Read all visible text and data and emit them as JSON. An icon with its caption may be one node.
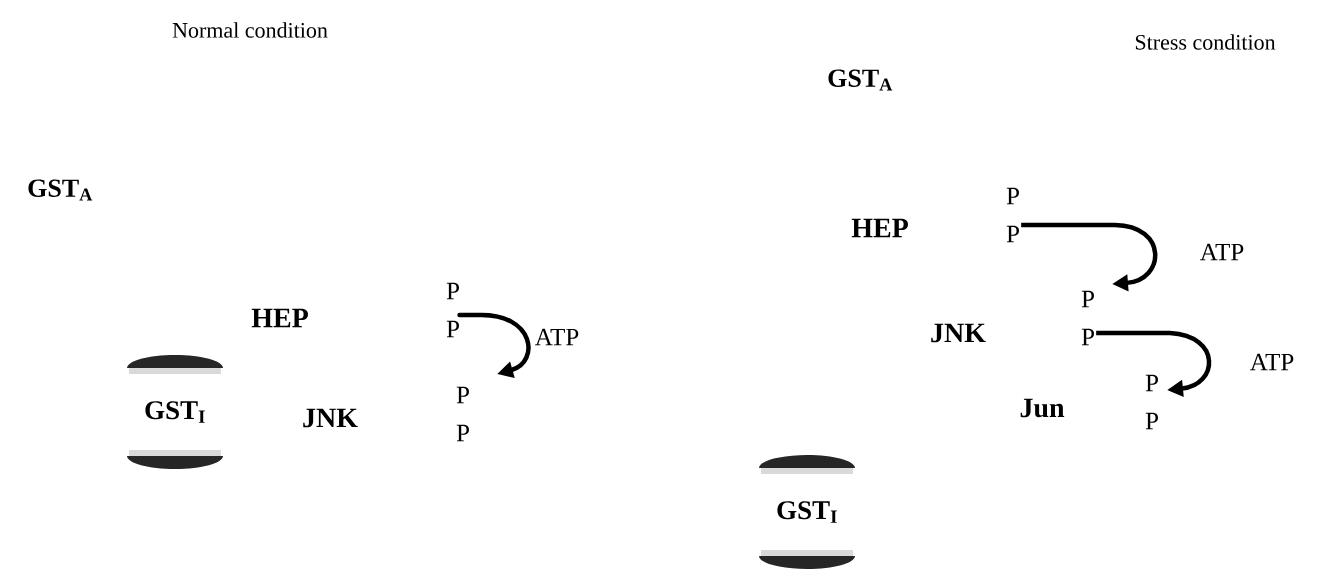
{
  "diagram": {
    "nodes": [
      {
        "text": [
          "GST$_{I}$"
        ]
      },
      {
        "text": [
          "HEP"
        ]
      },
      {
        "text": [
          "P",
          "P"
        ]
      },
      {
        "text": [
          "JNK"
        ]
      },
      {
        "text": [
          "P",
          "P"
        ]
      },
      {
        "text": [
          "HEP"
        ]
      },
      {
        "text": [
          "P",
          "P"
        ]
      },
      {
        "text": [
          "JNK"
        ]
      },
      {
        "text": [
          "P",
          "P"
        ]
      },
      {
        "text": [
          "Jun"
        ]
      },
      {
        "text": [
          "P",
          "P"
        ]
      },
      {
        "text": [
          "GST$_{I}$"
        ]
      }
    ],
    "edges": [
      {
        "from": 2,
        "to": 4,
        "arrow": "to",
        "label": "ATP"
      },
      {
        "from": 6,
        "to": 8,
        "arrow": "to",
        "label": "ATP"
      },
      {
        "from": 8,
        "to": 10,
        "arrow": "to",
        "label": "ATP"
      }
    ],
    "labels": [
      "Normal condition",
      "Stress condition",
      "GST$_{A}$",
      "GST$_{A}$"
    ]
  }
}
